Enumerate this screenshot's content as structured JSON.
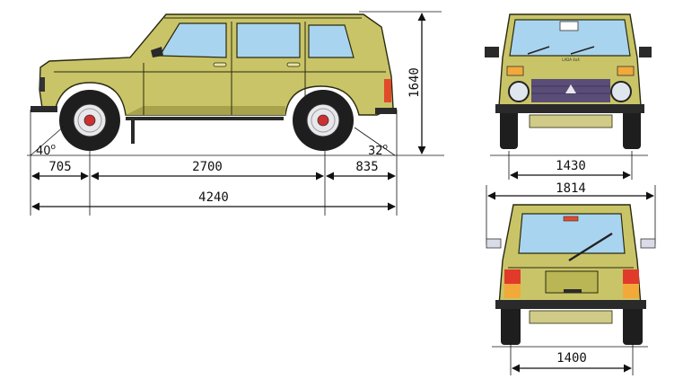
{
  "colors": {
    "body": "#c9c468",
    "body_shadow": "#a8a24c",
    "glass": "#a9d4ef",
    "tire": "#1e1e1e",
    "rim": "#e8e8ec",
    "grille": "#5a4e78",
    "tail_red": "#e23a2a",
    "tail_amber": "#f2a93a",
    "dimension_line": "#111111"
  },
  "side_view": {
    "front_overhang": "705",
    "wheelbase": "2700",
    "rear_overhang": "835",
    "overall_length": "4240",
    "height": "1640",
    "approach_angle": "40",
    "departure_angle": "32"
  },
  "front_view": {
    "track": "1430",
    "badge": "LADA 4x4"
  },
  "rear_view": {
    "width": "1814",
    "track": "1400"
  }
}
